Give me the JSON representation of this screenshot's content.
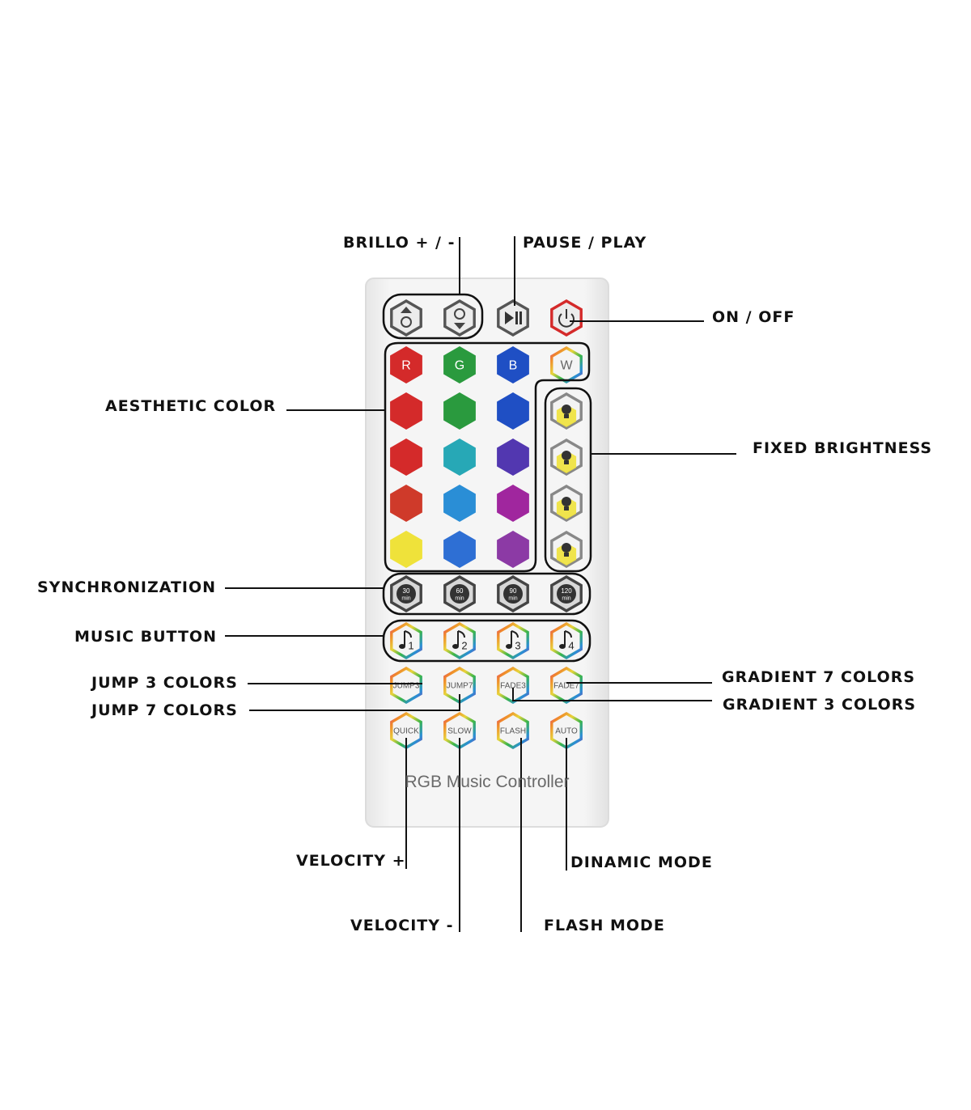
{
  "callouts": {
    "brightness": "BRILLO + / -",
    "pause_play": "PAUSE / PLAY",
    "on_off": "ON / OFF",
    "aesthetic_color": "AESTHETIC COLOR",
    "fixed_brightness": "FIXED BRIGHTNESS",
    "synchronization": "SYNCHRONIZATION",
    "music_button": "MUSIC BUTTON",
    "jump3": "JUMP 3 COLORS",
    "jump7": "JUMP 7 COLORS",
    "gradient7": "GRADIENT 7 COLORS",
    "gradient3": "GRADIENT 3 COLORS",
    "velocity_plus": "VELOCITY +",
    "velocity_minus": "VELOCITY -",
    "flash_mode": "FLASH MODE",
    "dynamic_mode": "DINAMIC MODE"
  },
  "remote": {
    "brand_text": "RGB Music Controller",
    "rgbw_labels": [
      "R",
      "G",
      "B",
      "W"
    ],
    "color_rows": [
      [
        "#d42a2a",
        "#2a9a3e",
        "#1f4fc4"
      ],
      [
        "#d42a2a",
        "#27a8b6",
        "#5237b0"
      ],
      [
        "#cf3a2a",
        "#2a8ed6",
        "#a0269e"
      ],
      [
        "#efe23a",
        "#2e6fd4",
        "#8c3aa5"
      ]
    ],
    "timer_keys": [
      {
        "value": "30",
        "unit": "min"
      },
      {
        "value": "60",
        "unit": "min"
      },
      {
        "value": "90",
        "unit": "min"
      },
      {
        "value": "120",
        "unit": "min"
      }
    ],
    "music_keys": [
      "1",
      "2",
      "3",
      "4"
    ],
    "mode_keys_row1": [
      "JUMP3",
      "JUMP7",
      "FADE3",
      "FADE7"
    ],
    "mode_keys_row2": [
      "QUICK",
      "SLOW",
      "FLASH",
      "AUTO"
    ],
    "icons": {
      "brightness_up": "brightness-up-icon",
      "brightness_down": "brightness-down-icon",
      "play_pause": "play-pause-icon",
      "power": "power-icon",
      "bulb": "bulb-icon",
      "note": "music-note-icon",
      "timer": "timer-icon"
    },
    "colors": {
      "body": "#f2f2f2",
      "key_gray": "#e8e8e8",
      "power_ring": "#d42a2a",
      "rainbow_ring": [
        "#e0337a",
        "#f08a2a",
        "#e8d43a",
        "#3ab54a",
        "#2a8ed6",
        "#8c3aa5"
      ],
      "bulb_yellow": "#efe23a"
    }
  }
}
